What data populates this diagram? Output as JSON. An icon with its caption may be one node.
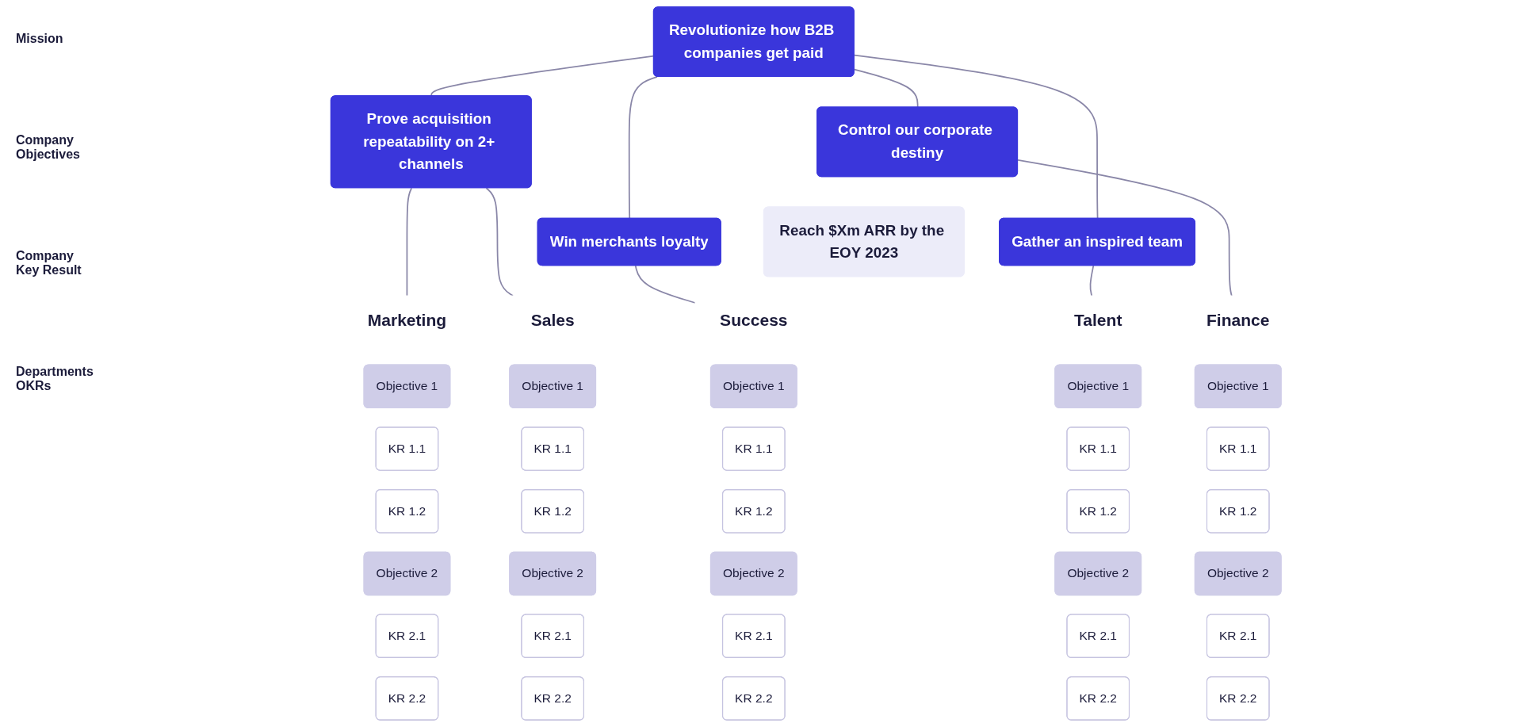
{
  "diagram": {
    "nodes": [
      {
        "text": [
          "Revolutionize how B2B companies get paid"
        ]
      },
      {
        "text": [
          "Prove acquisition repeatability on 2+ channels"
        ]
      },
      {
        "text": [
          "Win merchants loyalty"
        ]
      },
      {
        "text": [
          "Gather an inspired team"
        ]
      },
      {
        "text": [
          "Control our corporate destiny"
        ]
      },
      {
        "text": [
          "Reach $Xm ARR by the EOY 2023"
        ]
      },
      {
        "text": [
          "Marketing"
        ]
      },
      {
        "text": [
          "Objective 1"
        ]
      },
      {
        "text": [
          "KR 1.1"
        ]
      },
      {
        "text": [
          "KR 1.2"
        ]
      },
      {
        "text": [
          "Objective 2"
        ]
      },
      {
        "text": [
          "KR 2.1"
        ]
      },
      {
        "text": [
          "KR 2.2"
        ]
      },
      {
        "text": [
          "Sales"
        ]
      },
      {
        "text": [
          "Objective 1"
        ]
      },
      {
        "text": [
          "KR 1.1"
        ]
      },
      {
        "text": [
          "KR 1.2"
        ]
      },
      {
        "text": [
          "Objective 2"
        ]
      },
      {
        "text": [
          "KR 2.1"
        ]
      },
      {
        "text": [
          "KR 2.2"
        ]
      },
      {
        "text": [
          "Success"
        ]
      },
      {
        "text": [
          "Objective 1"
        ]
      },
      {
        "text": [
          "KR 1.1"
        ]
      },
      {
        "text": [
          "KR 1.2"
        ]
      },
      {
        "text": [
          "Objective 2"
        ]
      },
      {
        "text": [
          "KR 2.1"
        ]
      },
      {
        "text": [
          "KR 2.2"
        ]
      },
      {
        "text": [
          "Talent"
        ]
      },
      {
        "text": [
          "Objective 1"
        ]
      },
      {
        "text": [
          "KR 1.1"
        ]
      },
      {
        "text": [
          "KR 1.2"
        ]
      },
      {
        "text": [
          "Objective 2"
        ]
      },
      {
        "text": [
          "KR 2.1"
        ]
      },
      {
        "text": [
          "KR 2.2"
        ]
      },
      {
        "text": [
          "Finance"
        ]
      },
      {
        "text": [
          "Objective 1"
        ]
      },
      {
        "text": [
          "KR 1.1"
        ]
      },
      {
        "text": [
          "KR 1.2"
        ]
      },
      {
        "text": [
          "Objective 2"
        ]
      },
      {
        "text": [
          "KR 2.1"
        ]
      },
      {
        "text": [
          "KR 2.2"
        ]
      }
    ],
    "edges": [
      {
        "from": 0,
        "to": 1,
        "arrow": "none"
      },
      {
        "from": 0,
        "to": 2,
        "arrow": "none"
      },
      {
        "from": 0,
        "to": 3,
        "arrow": "none"
      },
      {
        "from": 0,
        "to": 4,
        "arrow": "none"
      },
      {
        "from": 1,
        "to": 6,
        "arrow": "none"
      },
      {
        "from": 1,
        "to": 13,
        "arrow": "none"
      },
      {
        "from": 2,
        "to": 20,
        "arrow": "none"
      },
      {
        "from": 3,
        "to": 27,
        "arrow": "none"
      },
      {
        "from": 4,
        "to": 34,
        "arrow": "none"
      }
    ],
    "labels": [
      "Mission",
      "Company Objectives",
      "Company Key Result",
      "Departments OKRs"
    ]
  }
}
